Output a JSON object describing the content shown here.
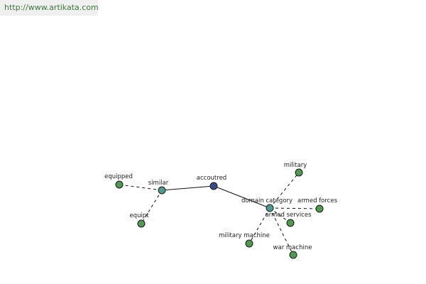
{
  "watermark": {
    "text": "http://www.artikata.com"
  },
  "graph": {
    "colors": {
      "center": "#3b4a8c",
      "relation": "#4f9a90",
      "leaf": "#4e9a4e",
      "node_stroke": "#1a1a1a",
      "edge": "#111111"
    },
    "nodes": [
      {
        "id": "accoutred",
        "label": "accoutred",
        "kind": "center"
      },
      {
        "id": "similar",
        "label": "similar",
        "kind": "relation"
      },
      {
        "id": "domain-category",
        "label": "domain category",
        "kind": "relation"
      },
      {
        "id": "equipped",
        "label": "equipped",
        "kind": "leaf"
      },
      {
        "id": "equipt",
        "label": "equipt",
        "kind": "leaf"
      },
      {
        "id": "military",
        "label": "military",
        "kind": "leaf"
      },
      {
        "id": "armed-forces",
        "label": "armed forces",
        "kind": "leaf"
      },
      {
        "id": "armed-services",
        "label": "armed services",
        "kind": "leaf"
      },
      {
        "id": "military-machine",
        "label": "military machine",
        "kind": "leaf"
      },
      {
        "id": "war-machine",
        "label": "war machine",
        "kind": "leaf"
      }
    ],
    "edges": [
      {
        "from": "accoutred",
        "to": "similar",
        "style": "solid"
      },
      {
        "from": "accoutred",
        "to": "domain-category",
        "style": "solid"
      },
      {
        "from": "similar",
        "to": "equipped",
        "style": "dashed"
      },
      {
        "from": "similar",
        "to": "equipt",
        "style": "dashed"
      },
      {
        "from": "domain-category",
        "to": "military",
        "style": "dashed"
      },
      {
        "from": "domain-category",
        "to": "armed-forces",
        "style": "dashed"
      },
      {
        "from": "domain-category",
        "to": "armed-services",
        "style": "dashed"
      },
      {
        "from": "domain-category",
        "to": "military-machine",
        "style": "dashed"
      },
      {
        "from": "domain-category",
        "to": "war-machine",
        "style": "dashed"
      }
    ]
  }
}
